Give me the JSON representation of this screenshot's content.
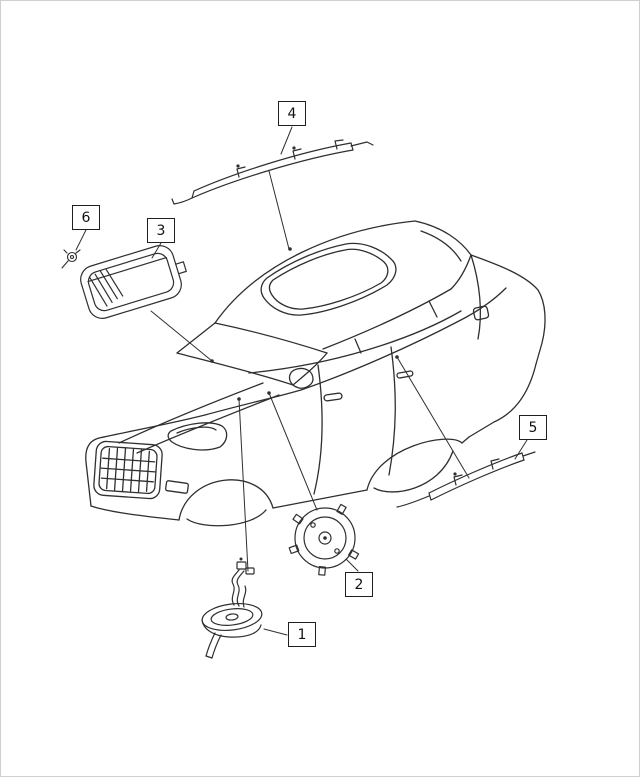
{
  "diagram": {
    "colors": {
      "background": "#ffffff",
      "line": "#2f2f2f",
      "frame": "#cfcfcf"
    },
    "callouts": [
      {
        "label": "1"
      },
      {
        "label": "2"
      },
      {
        "label": "3"
      },
      {
        "label": "4"
      },
      {
        "label": "5"
      },
      {
        "label": "6"
      }
    ]
  }
}
